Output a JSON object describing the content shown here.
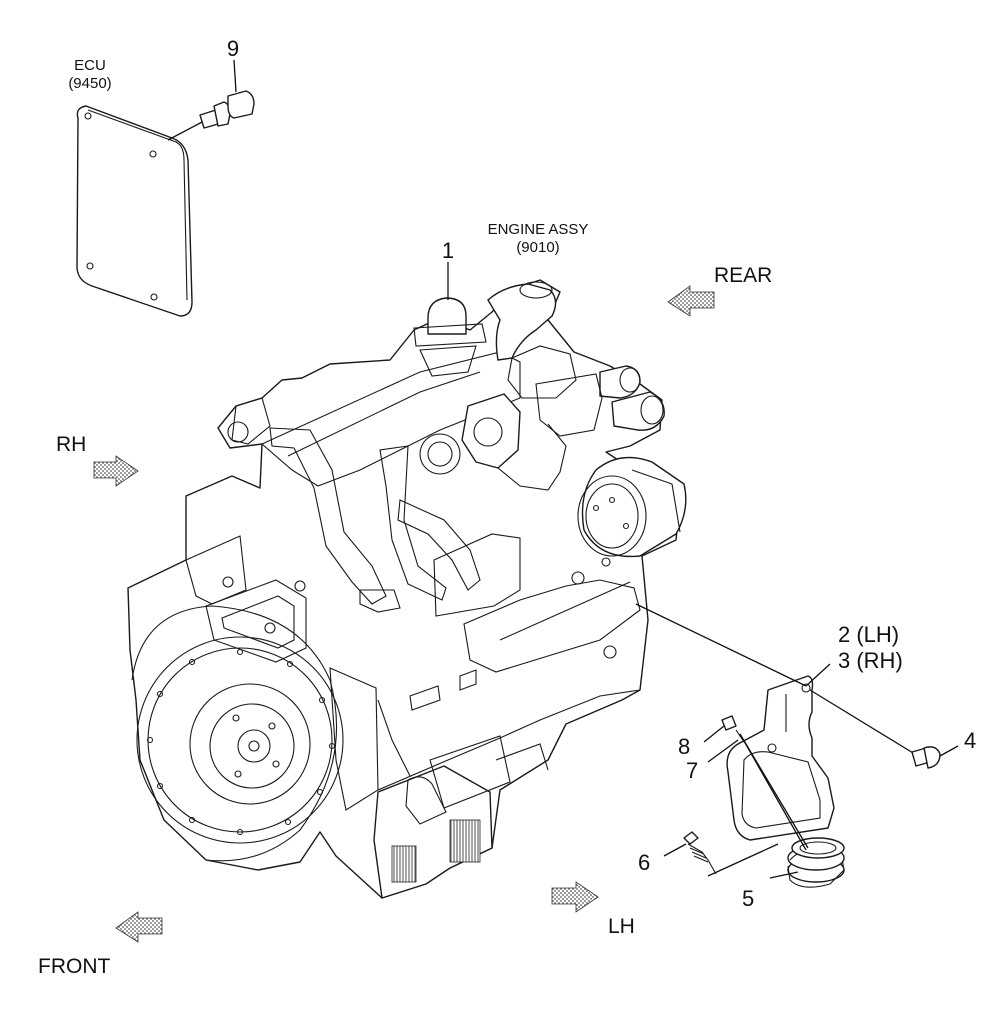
{
  "refs": {
    "ecu_title": "ECU",
    "ecu_code": "(9450)",
    "engine_title": "ENGINE ASSY",
    "engine_code": "(9010)"
  },
  "callouts": {
    "c1": "1",
    "c2": "2 (LH)",
    "c3": "3 (RH)",
    "c4": "4",
    "c5": "5",
    "c6": "6",
    "c7": "7",
    "c8": "8",
    "c9": "9"
  },
  "directions": {
    "rear": "REAR",
    "rh": "RH",
    "lh": "LH",
    "front": "FRONT"
  }
}
